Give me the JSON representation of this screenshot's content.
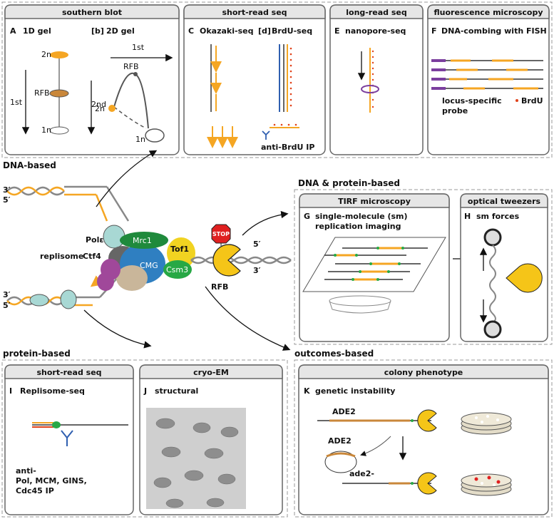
{
  "groups": {
    "dna_based": "DNA-based",
    "dna_protein_based": "DNA & protein-based",
    "protein_based": "protein-based",
    "outcomes_based": "outcomes-based"
  },
  "panels": {
    "A": {
      "header": "southern blot",
      "letter": "A",
      "title": "1D gel",
      "axis": "1st",
      "rfb": "RFB",
      "top": "2n",
      "bottom": "1n"
    },
    "B": {
      "letter": "[b]",
      "title": "2D gel",
      "axis1": "1st",
      "axis2": "2nd",
      "rfb": "RFB",
      "top": "2n",
      "bottom": "1n"
    },
    "C": {
      "header": "short-read seq",
      "letter": "C",
      "title": "Okazaki-seq"
    },
    "D": {
      "letter": "[d]",
      "title": "BrdU-seq",
      "ip": "anti-BrdU IP"
    },
    "E": {
      "header": "long-read seq",
      "letter": "E",
      "title": "nanopore-seq"
    },
    "F": {
      "header": "fluorescence microscopy",
      "letter": "F",
      "title": "DNA-combing with FISH",
      "probe_line1": "locus-specific",
      "probe_line2": "probe",
      "brdu": "BrdU"
    },
    "G": {
      "header": "TIRF microscopy",
      "letter": "G",
      "title_line1": "single-molecule (sm)",
      "title_line2": "replication imaging"
    },
    "H": {
      "header": "optical tweezers",
      "letter": "H",
      "title": "sm forces"
    },
    "I": {
      "header": "short-read seq",
      "letter": "I",
      "title": "Replisome-seq",
      "ip_line1": "anti-",
      "ip_line2": "Pol, MCM, GINS,",
      "ip_line3": "Cdc45 IP"
    },
    "J": {
      "header": "cryo-EM",
      "letter": "J",
      "title": "structural"
    },
    "K": {
      "header": "colony phenotype",
      "letter": "K",
      "title": "genetic instability",
      "gene1": "ADE2",
      "gene2": "ADE2",
      "gene3": "ade2-"
    }
  },
  "replisome": {
    "label": "replisome",
    "pol": "Polε",
    "ctf4": "Ctf4",
    "cmg": "CMG",
    "mrc1": "Mrc1",
    "tof1": "Tof1",
    "csm3": "Csm3",
    "stop": "STOP",
    "rfb": "RFB",
    "end3_top": "3′",
    "end5_top": "5′",
    "end3_bot": "3′",
    "end5_bot": "5′",
    "right5": "5′",
    "right3": "3′"
  },
  "colors": {
    "orange": "#f5a623",
    "gray_header": "#e6e6e6",
    "mrc1": "#1f8a3c",
    "csm3": "#27a845",
    "tof1": "#f1d321",
    "ctf4": "#a0489a",
    "polE": "#a8d8d4",
    "cmg": "#2f7fc1",
    "stop": "#e02020",
    "purple": "#7b3f9e"
  }
}
